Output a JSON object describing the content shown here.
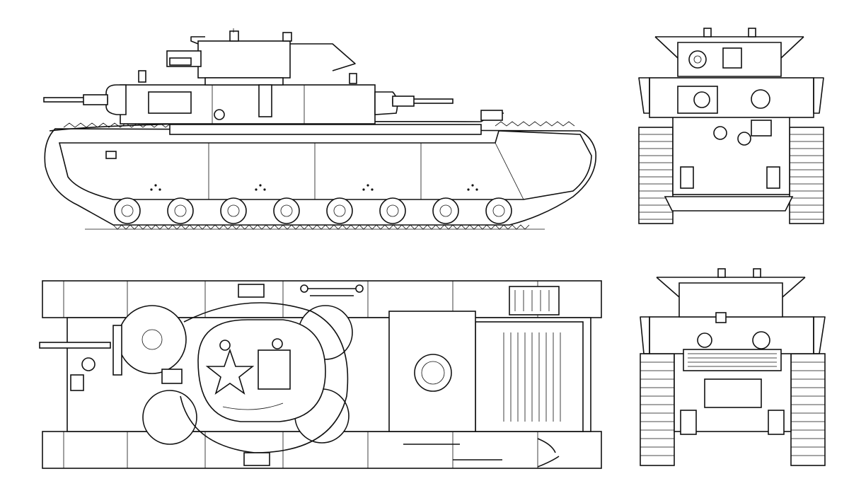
{
  "drawing": {
    "views": [
      {
        "id": "side",
        "name": "side-view"
      },
      {
        "id": "front",
        "name": "front-view"
      },
      {
        "id": "top",
        "name": "top-view"
      },
      {
        "id": "rear",
        "name": "rear-view"
      }
    ],
    "emblem": "star-icon",
    "line_color": "#111111",
    "background": "#ffffff"
  }
}
